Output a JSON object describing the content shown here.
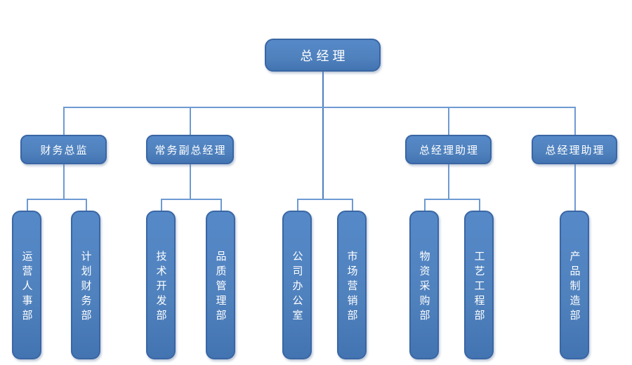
{
  "diagram": {
    "type": "org-chart",
    "root": {
      "label": "总经理"
    },
    "level2": [
      {
        "label": "财务总监",
        "reports_to": "总经理"
      },
      {
        "label": "常务副总经理",
        "reports_to": "总经理"
      },
      {
        "label": "总经理助理",
        "reports_to": "总经理"
      },
      {
        "label": "总经理助理",
        "reports_to": "总经理"
      }
    ],
    "level3": [
      {
        "label": "运营人事部",
        "reports_to": "财务总监"
      },
      {
        "label": "计划财务部",
        "reports_to": "财务总监"
      },
      {
        "label": "技术开发部",
        "reports_to": "常务副总经理"
      },
      {
        "label": "品质管理部",
        "reports_to": "常务副总经理"
      },
      {
        "label": "公司办公室",
        "reports_to": "总经理"
      },
      {
        "label": "市场营销部",
        "reports_to": "总经理"
      },
      {
        "label": "物资采购部",
        "reports_to": "总经理助理"
      },
      {
        "label": "工艺工程部",
        "reports_to": "总经理助理"
      },
      {
        "label": "产品制造部",
        "reports_to": "总经理助理"
      }
    ],
    "colors": {
      "background": "#ffffff",
      "node-fill": "#4F81BD",
      "node-fill-light": "#5689C8",
      "node-fill-dark": "#4374B2",
      "node-border": "#3A66A4",
      "node-text": "#ffffff",
      "connector": "#6E9AD2",
      "connector-dark": "#4E7FBE"
    }
  }
}
